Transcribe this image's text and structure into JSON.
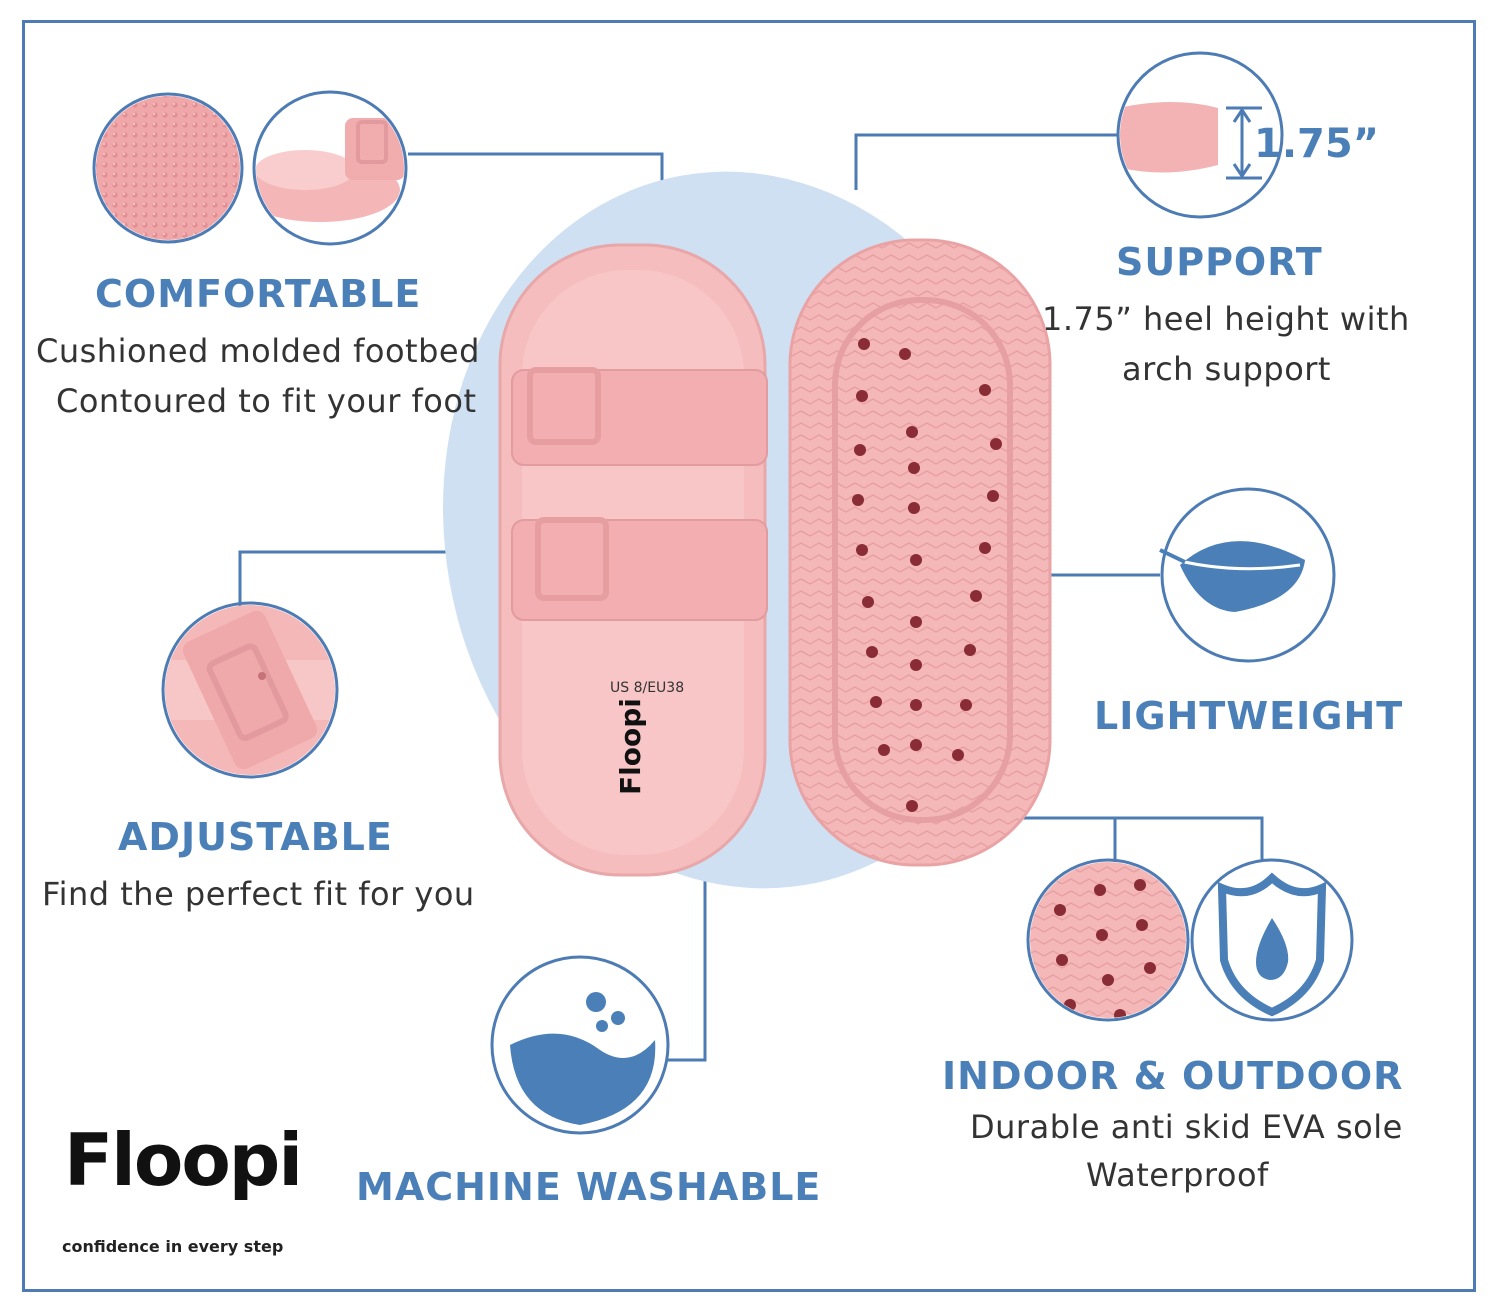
{
  "features": {
    "comfortable": {
      "title": "COMFORTABLE",
      "line1": "Cushioned molded footbed",
      "line2": "Contoured to fit your foot"
    },
    "adjustable": {
      "title": "ADJUSTABLE",
      "line1": "Find the perfect fit for you"
    },
    "machine_washable": {
      "title": "MACHINE WASHABLE"
    },
    "support": {
      "title": "SUPPORT",
      "line1": "1.75” heel height with",
      "line2": "arch support",
      "height_label": "1.75”"
    },
    "lightweight": {
      "title": "LIGHTWEIGHT"
    },
    "indoor_outdoor": {
      "title": "INDOOR & OUTDOOR",
      "line1": "Durable anti skid EVA sole",
      "line2": "Waterproof"
    }
  },
  "brand": {
    "name": "Floopi",
    "tagline": "confidence in every step"
  },
  "sandal": {
    "size_label": "US 8/EU38",
    "insole_brand": "Floopi"
  },
  "colors": {
    "accent": "#4a7fb8",
    "sandal_pink": "#f2b8b8",
    "oval_bg": "#cfe0f3"
  },
  "icons": [
    "feather-icon",
    "water-drop-shield-icon",
    "water-wave-icon"
  ]
}
